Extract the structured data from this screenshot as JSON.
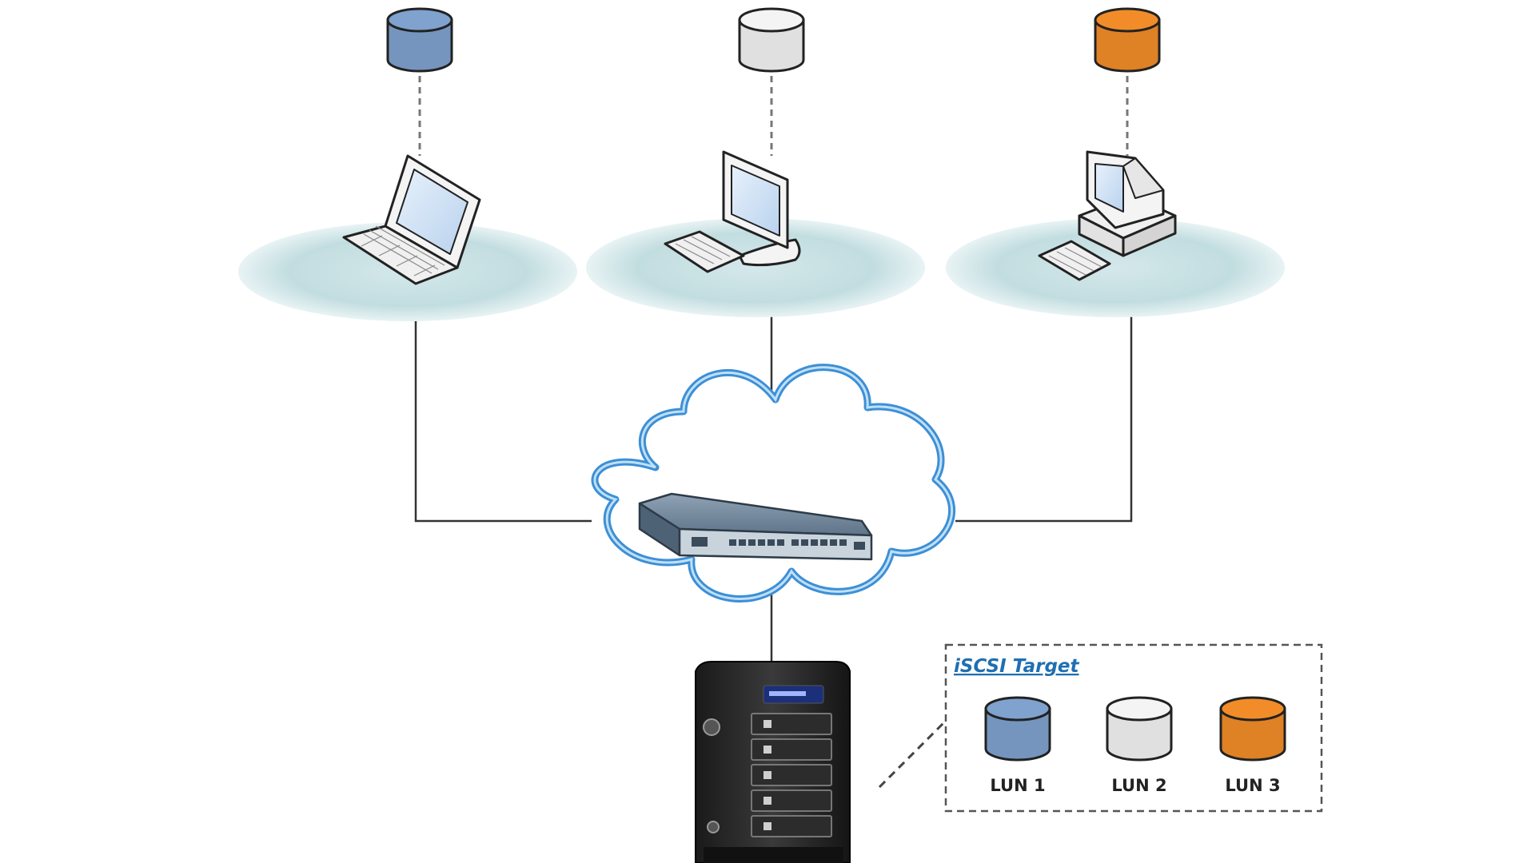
{
  "colors": {
    "disk_blue": "#7fa2cf",
    "disk_white": "#f4f4f4",
    "disk_orange": "#f28c28",
    "cloud_edge": "#3d8fd6",
    "target_title": "#1f6fb2"
  },
  "clients": [
    {
      "device": "laptop-icon",
      "disk_color": "disk_blue"
    },
    {
      "device": "workstation-icon",
      "disk_color": "disk_white"
    },
    {
      "device": "desktop-pc-icon",
      "disk_color": "disk_orange"
    }
  ],
  "network": {
    "icon": "network-switch-icon",
    "cloud": "cloud-icon"
  },
  "storage": {
    "icon": "nas-server-icon"
  },
  "iscsi_target": {
    "title": "iSCSI Target",
    "luns": [
      {
        "label": "LUN 1",
        "disk_color": "disk_blue"
      },
      {
        "label": "LUN 2",
        "disk_color": "disk_white"
      },
      {
        "label": "LUN 3",
        "disk_color": "disk_orange"
      }
    ]
  }
}
